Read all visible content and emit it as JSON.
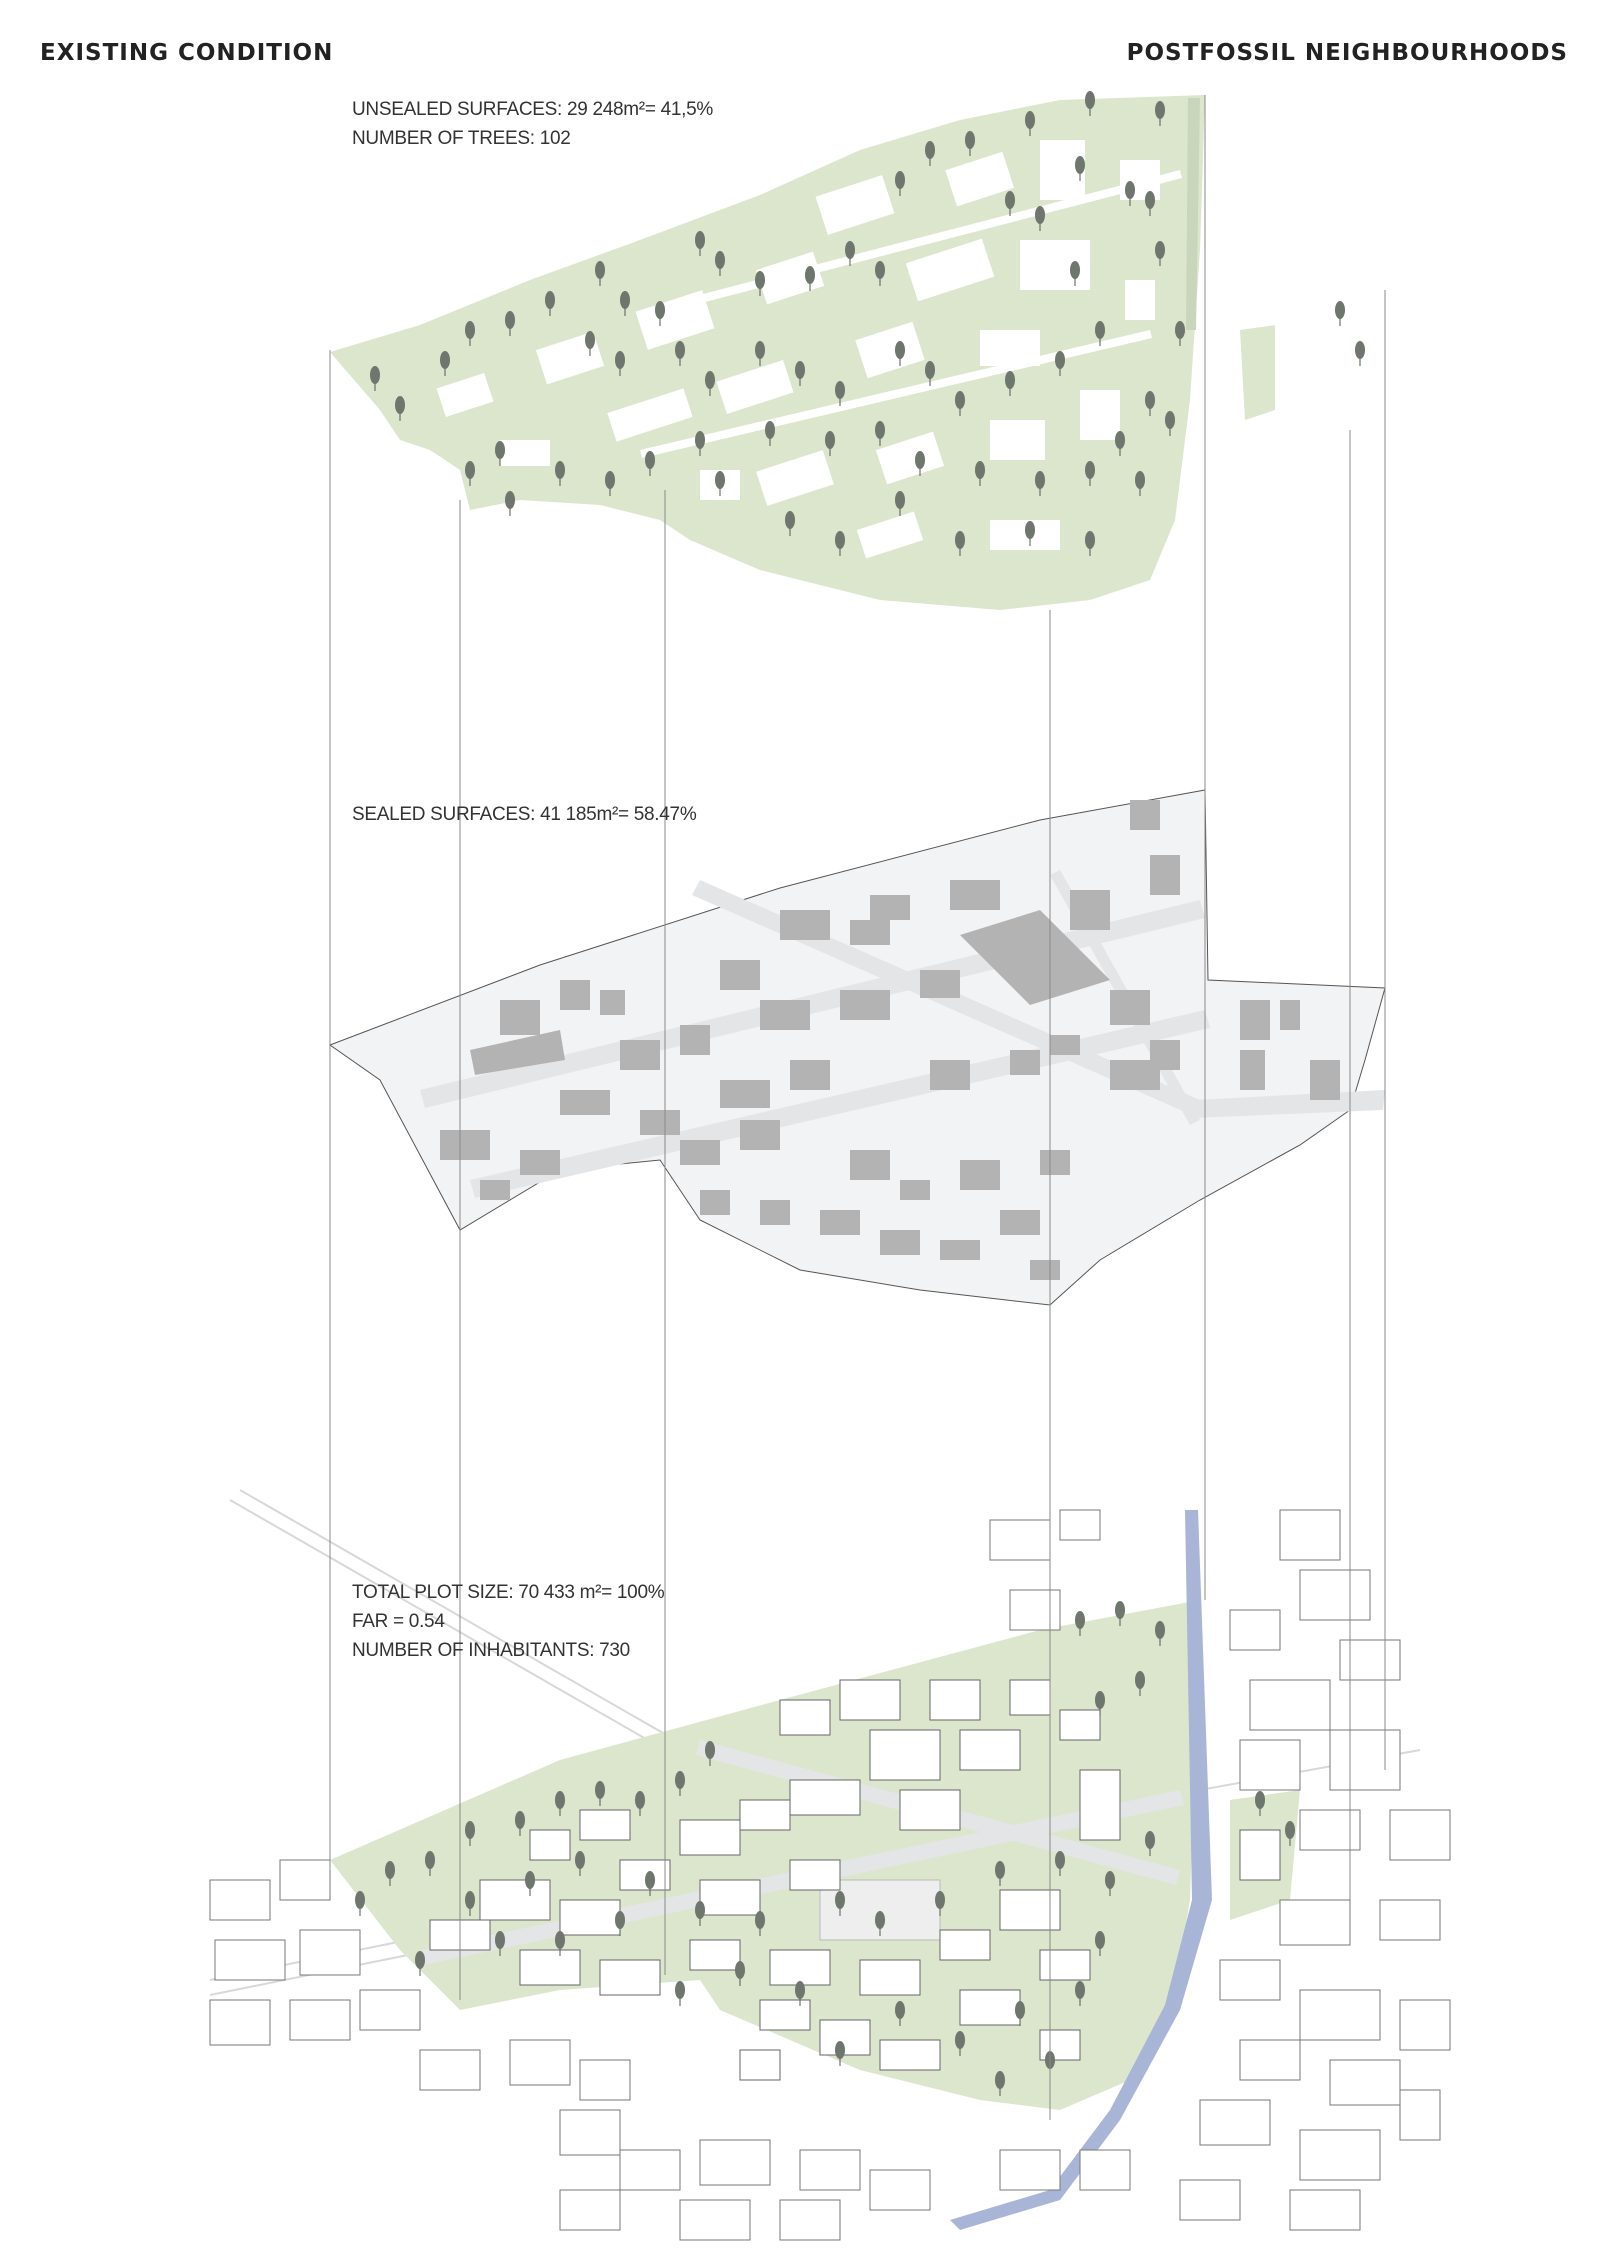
{
  "header": {
    "left": "EXISTING CONDITION",
    "right": "POSTFOSSIL NEIGHBOURHOODS"
  },
  "layers": {
    "unsealed": {
      "line1": "UNSEALED SURFACES: 29 248m²= 41,5%",
      "line2": "NUMBER OF TREES: 102"
    },
    "sealed": {
      "line1": "SEALED SURFACES: 41 185m²= 58.47%"
    },
    "total": {
      "line1": "TOTAL PLOT SIZE: 70 433 m²= 100%",
      "line2": "FAR = 0.54",
      "line3": "NUMBER OF INHABITANTS: 730"
    }
  },
  "colors": {
    "green": "#dbe6cd",
    "sealed_base": "#f2f3f4",
    "road": "#e3e5e7",
    "building": "#b3b3b3",
    "tree": "#6e766d",
    "canal": "#a9b5d6",
    "leader_line": "#8a8a8a"
  },
  "icons": [
    "tree-icon",
    "building-block-icon"
  ]
}
